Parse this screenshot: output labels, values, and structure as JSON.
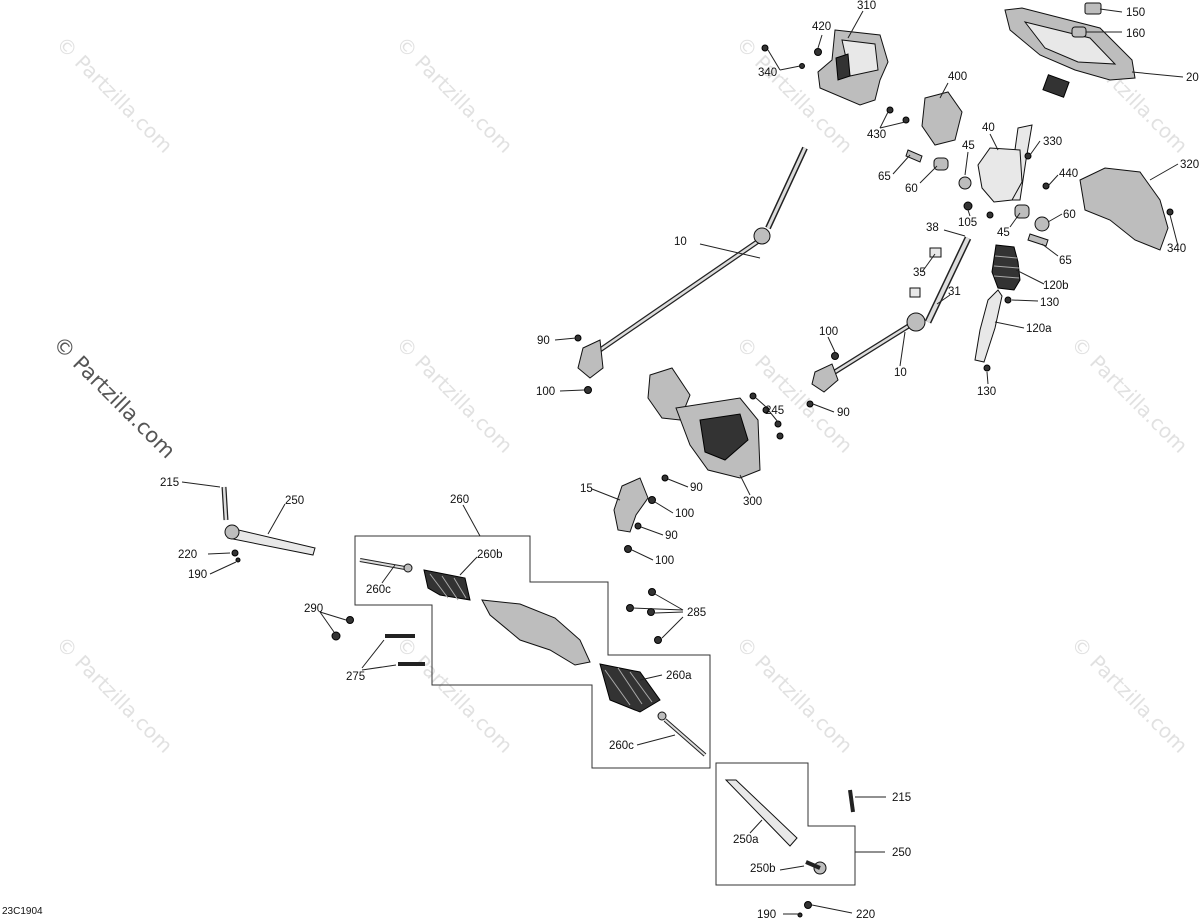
{
  "drawing_code": "23C1904",
  "watermark": "© Partzilla.com",
  "callouts": [
    {
      "id": "c150",
      "text": "150"
    },
    {
      "id": "c160",
      "text": "160"
    },
    {
      "id": "c20",
      "text": "20"
    },
    {
      "id": "c310",
      "text": "310"
    },
    {
      "id": "c420",
      "text": "420"
    },
    {
      "id": "c340a",
      "text": "340"
    },
    {
      "id": "c400",
      "text": "400"
    },
    {
      "id": "c430",
      "text": "430"
    },
    {
      "id": "c40",
      "text": "40"
    },
    {
      "id": "c330",
      "text": "330"
    },
    {
      "id": "c45a",
      "text": "45"
    },
    {
      "id": "c65a",
      "text": "65"
    },
    {
      "id": "c60a",
      "text": "60"
    },
    {
      "id": "c440",
      "text": "440"
    },
    {
      "id": "c320",
      "text": "320"
    },
    {
      "id": "c105",
      "text": "105"
    },
    {
      "id": "c45b",
      "text": "45"
    },
    {
      "id": "c60b",
      "text": "60"
    },
    {
      "id": "c340b",
      "text": "340"
    },
    {
      "id": "c65b",
      "text": "65"
    },
    {
      "id": "c38",
      "text": "38"
    },
    {
      "id": "c10a",
      "text": "10"
    },
    {
      "id": "c35",
      "text": "35"
    },
    {
      "id": "c120b",
      "text": "120b"
    },
    {
      "id": "c31",
      "text": "31"
    },
    {
      "id": "c130a",
      "text": "130"
    },
    {
      "id": "c120a",
      "text": "120a"
    },
    {
      "id": "c90a",
      "text": "90"
    },
    {
      "id": "c100a",
      "text": "100"
    },
    {
      "id": "c10b",
      "text": "10"
    },
    {
      "id": "c100b",
      "text": "100"
    },
    {
      "id": "c130b",
      "text": "130"
    },
    {
      "id": "c245",
      "text": "245"
    },
    {
      "id": "c90b",
      "text": "90"
    },
    {
      "id": "c215a",
      "text": "215"
    },
    {
      "id": "c250a",
      "text": "250"
    },
    {
      "id": "c15",
      "text": "15"
    },
    {
      "id": "c90c",
      "text": "90"
    },
    {
      "id": "c100c",
      "text": "100"
    },
    {
      "id": "c300",
      "text": "300"
    },
    {
      "id": "c260",
      "text": "260"
    },
    {
      "id": "c220a",
      "text": "220"
    },
    {
      "id": "c190a",
      "text": "190"
    },
    {
      "id": "c90d",
      "text": "90"
    },
    {
      "id": "c100d",
      "text": "100"
    },
    {
      "id": "c260b",
      "text": "260b"
    },
    {
      "id": "c260c1",
      "text": "260c"
    },
    {
      "id": "c285",
      "text": "285"
    },
    {
      "id": "c290",
      "text": "290"
    },
    {
      "id": "c275",
      "text": "275"
    },
    {
      "id": "c260a",
      "text": "260a"
    },
    {
      "id": "c260c2",
      "text": "260c"
    },
    {
      "id": "c215b",
      "text": "215"
    },
    {
      "id": "c250a2",
      "text": "250a"
    },
    {
      "id": "c250b",
      "text": "250b"
    },
    {
      "id": "c250c",
      "text": "250"
    },
    {
      "id": "c190b",
      "text": "190"
    },
    {
      "id": "c220b",
      "text": "220"
    }
  ]
}
